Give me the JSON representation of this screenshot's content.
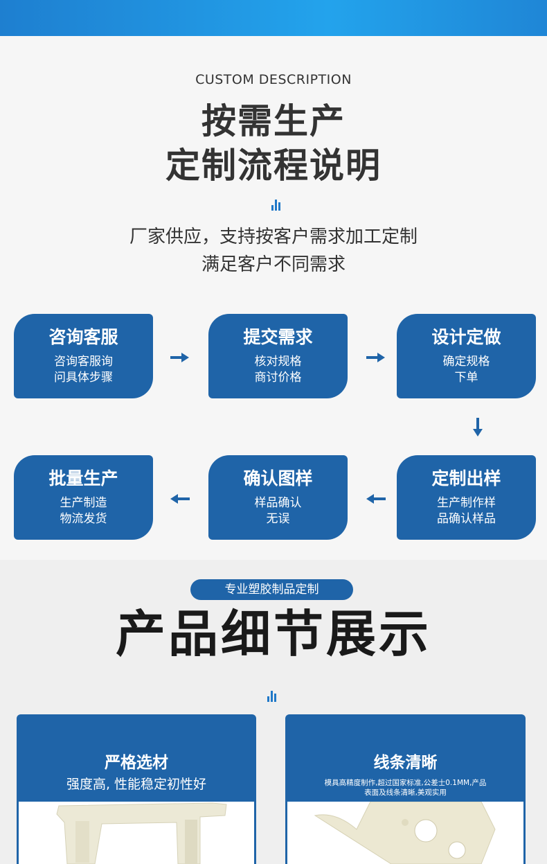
{
  "header": {
    "en_title": "CUSTOM DESCRIPTION",
    "title_line1": "按需生产",
    "title_line2": "定制流程说明",
    "subtitle_line1": "厂家供应，支持按客户需求加工定制",
    "subtitle_line2": "满足客户不同需求"
  },
  "steps": [
    {
      "title": "咨询客服",
      "desc1": "咨询客服询",
      "desc2": "问具体步骤"
    },
    {
      "title": "提交需求",
      "desc1": "核对规格",
      "desc2": "商讨价格"
    },
    {
      "title": "设计定做",
      "desc1": "确定规格",
      "desc2": "下单"
    },
    {
      "title": "定制出样",
      "desc1": "生产制作样",
      "desc2": "品确认样品"
    },
    {
      "title": "确认图样",
      "desc1": "样品确认",
      "desc2": "无误"
    },
    {
      "title": "批量生产",
      "desc1": "生产制造",
      "desc2": "物流发货"
    }
  ],
  "detail": {
    "badge": "专业塑胶制品定制",
    "title": "产品细节展示",
    "cards": [
      {
        "title": "严格选材",
        "desc": "强度高, 性能稳定初性好"
      },
      {
        "title": "线条清晰",
        "desc1": "模具高精度制作,超过国家标准,公差士0.1MM,产品",
        "desc2": "表面及线条清晰,美观实用"
      }
    ]
  },
  "colors": {
    "accent": "#1f64a8",
    "topbar": "#23a3ec"
  }
}
